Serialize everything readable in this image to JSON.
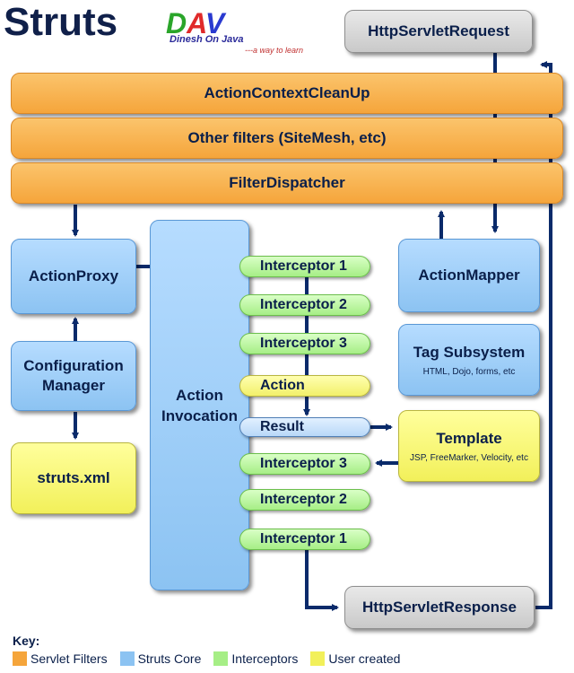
{
  "header": {
    "title": "Struts",
    "logo_letters": "DAV",
    "logo_name": "Dinesh On Java",
    "logo_tagline": "---a way to learn"
  },
  "filters": {
    "cleanup": "ActionContextCleanUp",
    "other": "Other filters (SiteMesh, etc)",
    "dispatcher": "FilterDispatcher"
  },
  "core": {
    "action_proxy": "ActionProxy",
    "configuration_manager": "Configuration Manager",
    "action_invocation": "Action Invocation",
    "action_mapper": "ActionMapper",
    "tag_subsystem": "Tag Subsystem",
    "tag_subsystem_sub": "HTML, Dojo, forms, etc"
  },
  "user": {
    "struts_xml": "struts.xml",
    "template": "Template",
    "template_sub": "JSP, FreeMarker, Velocity, etc"
  },
  "servlet": {
    "request": "HttpServletRequest",
    "response": "HttpServletResponse"
  },
  "chain": {
    "items": [
      "Interceptor 1",
      "Interceptor 2",
      "Interceptor 3",
      "Action",
      "Result",
      "Interceptor 3",
      "Interceptor 2",
      "Interceptor 1"
    ]
  },
  "key": {
    "title": "Key:",
    "items": [
      {
        "label": "Servlet Filters",
        "color": "#f5a53b"
      },
      {
        "label": "Struts Core",
        "color": "#8cc3f2"
      },
      {
        "label": "Interceptors",
        "color": "#a6ee86"
      },
      {
        "label": "User created",
        "color": "#f2f05a"
      }
    ]
  },
  "colors": {
    "arrow": "#0a2a6a",
    "filter": "#f5a53b",
    "core": "#8cc3f2",
    "interceptor": "#a6ee86",
    "user": "#f2f05a"
  }
}
